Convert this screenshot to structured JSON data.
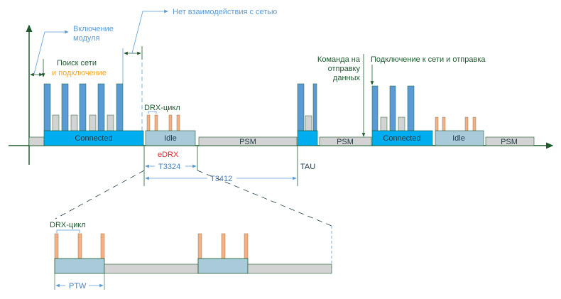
{
  "colors": {
    "axis": "#1f5a2f",
    "connected": "#00aeef",
    "connected_border": "#1f5a2f",
    "idle": "#a9cad9",
    "psm": "#d3d3d3",
    "tx_bar": "#5b9bd5",
    "rx_bar": "#d3d3d3",
    "drx_bar": "#f4b183",
    "annotation_blue": "#5b9bd5",
    "label_green": "#1f5a2f",
    "label_orange": "#f5a623",
    "label_red": "#e8262b",
    "timer_blue": "#4a7fb5"
  },
  "labels": {
    "power_on": [
      "Включение",
      "модуля"
    ],
    "no_interaction": "Нет взаимодействия с сетью",
    "search_line1": "Поиск сети",
    "search_line2": "и подключение",
    "drx_cycle": "DRX-цикл",
    "edrx": "eDRX",
    "t3324": "T3324",
    "t3412": "T3412",
    "tau": "TAU",
    "send_command": [
      "Команда на",
      "отправку",
      "данных"
    ],
    "connect_send": "Подключение к сети и отправка",
    "drx_cycle_detail": "DRX-цикл",
    "ptw": "PTW"
  },
  "states": {
    "connected_1": "Connected",
    "idle_1": "Idle",
    "psm_1": "PSM",
    "psm_2": "PSM",
    "connected_2": "Connected",
    "idle_2": "Idle",
    "psm_3": "PSM"
  }
}
